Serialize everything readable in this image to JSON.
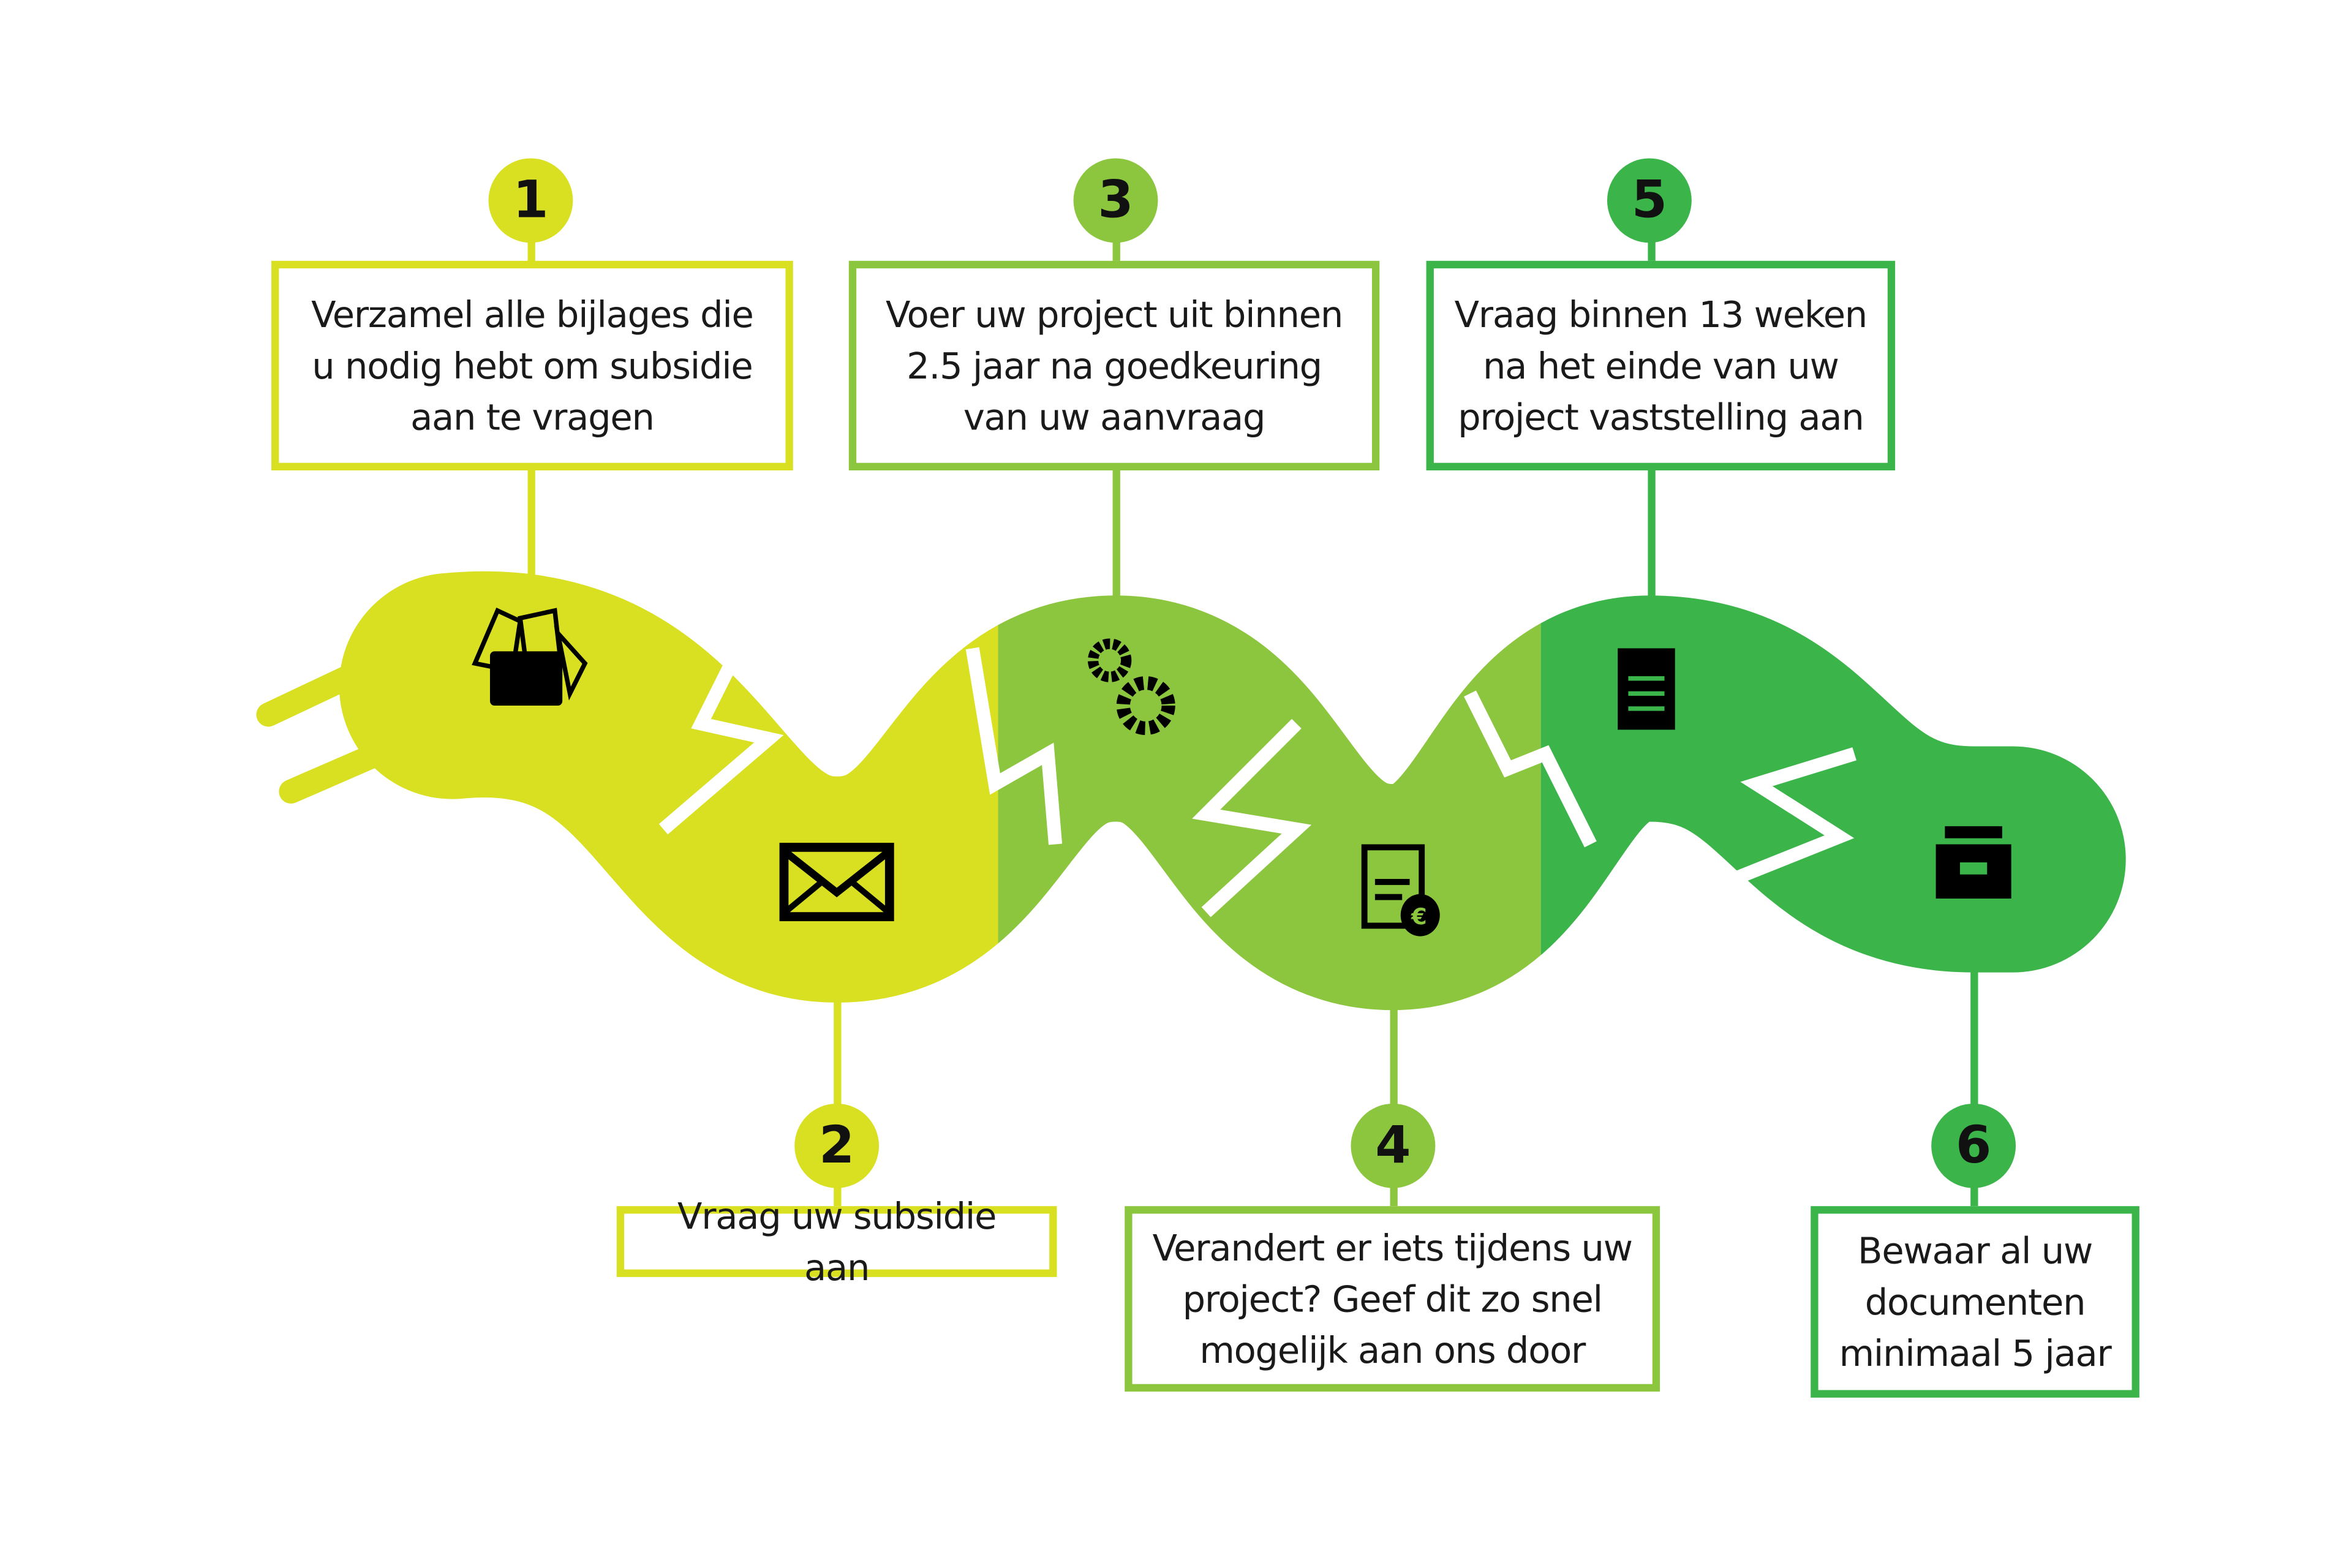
{
  "colors": {
    "stage1": "#d8e021",
    "stage2": "#8cc63f",
    "stage3": "#3bb54a"
  },
  "steps": [
    {
      "number": "1",
      "text": "Verzamel alle bijlages die u nodig hebt om subsidie aan te vragen",
      "icon": "folder-documents-icon"
    },
    {
      "number": "2",
      "text": "Vraag uw subsidie aan",
      "icon": "envelope-icon"
    },
    {
      "number": "3",
      "text": "Voer uw project uit binnen 2.5 jaar na goedkeuring van uw aanvraag",
      "icon": "gears-icon"
    },
    {
      "number": "4",
      "text": "Verandert er iets tijdens uw project? Geef dit zo snel mogelijk aan ons door",
      "icon": "document-money-icon"
    },
    {
      "number": "5",
      "text": "Vraag binnen 13 weken na het einde van uw project vaststelling aan",
      "icon": "document-list-icon"
    },
    {
      "number": "6",
      "text": "Bewaar al uw documenten minimaal 5 jaar",
      "icon": "archive-box-icon"
    }
  ]
}
